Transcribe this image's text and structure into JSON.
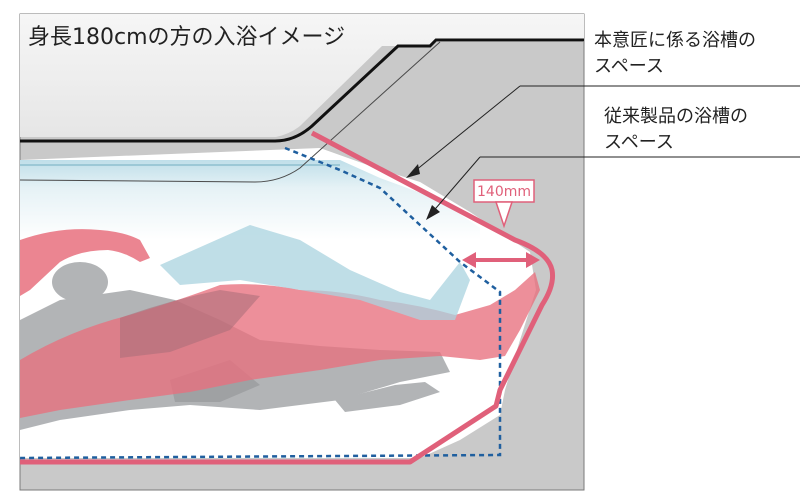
{
  "scene": {
    "title": "身長180cmの方の入浴イメージ",
    "measurement": "140mm"
  },
  "labels": {
    "new_tub_line1": "本意匠に係る浴槽の",
    "new_tub_line2": "スペース",
    "old_tub_line1": "従来製品の浴槽の",
    "old_tub_line2": "スペース"
  },
  "colors": {
    "new_tub_outline": "#e0607a",
    "old_tub_outline": "#1f5f9f",
    "water": "#cfe6ee",
    "person_current": "#e8707e",
    "person_previous": "#aeb0b3",
    "background": "#c8c8c8"
  }
}
